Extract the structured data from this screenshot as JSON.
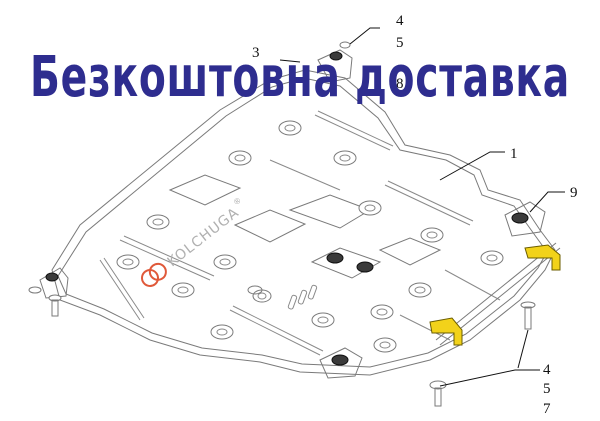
{
  "banner": {
    "text": "Безкоштовна доставка",
    "color": "#2e2d8f"
  },
  "logo": {
    "text": "KOLCHUGA",
    "mark": "®",
    "color": "#e0593a"
  },
  "callouts": {
    "top_4": "4",
    "top_5": "5",
    "top_8": "8",
    "top_3": "3",
    "right_1": "1",
    "right_9": "9",
    "bottom_4": "4",
    "bottom_5": "5",
    "bottom_7": "7"
  },
  "colors": {
    "bracket": "#f2d21a",
    "line": "#7a7a7a"
  }
}
